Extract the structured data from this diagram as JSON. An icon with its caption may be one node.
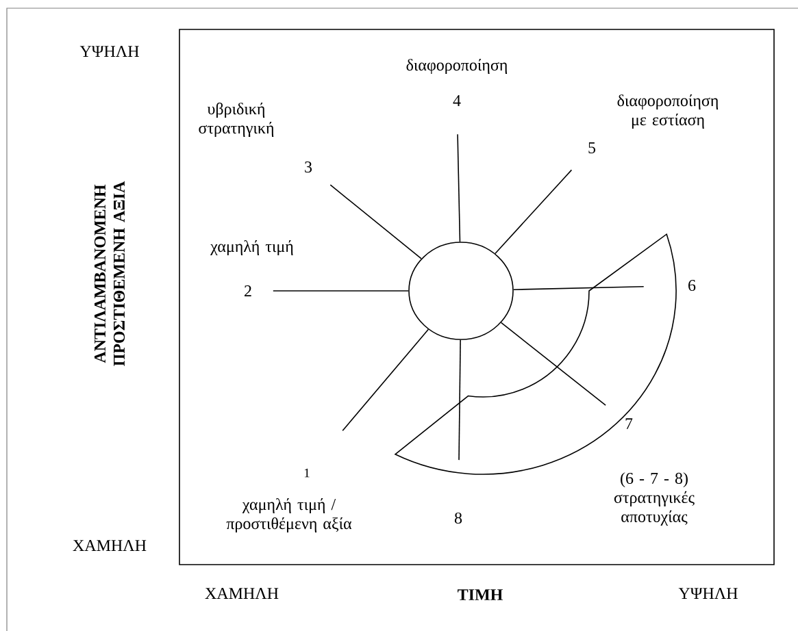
{
  "diagram": {
    "nodes": [
      {
        "text": [],
        "shape": "circle"
      },
      {
        "text": [
          "1"
        ],
        "beside": [
          "χαμηλή τιμή / προστιθέμενη αξία"
        ]
      },
      {
        "text": [
          "2"
        ],
        "beside": [
          "χαμηλή τιμή"
        ]
      },
      {
        "text": [
          "3"
        ],
        "beside": [
          "υβριδική στρατηγική"
        ]
      },
      {
        "text": [
          "4"
        ],
        "beside": [
          "διαφοροποίηση"
        ]
      },
      {
        "text": [
          "5"
        ],
        "beside": [
          "διαφοροποίηση με εστίαση"
        ]
      },
      {
        "text": [
          "6"
        ]
      },
      {
        "text": [
          "7"
        ]
      },
      {
        "text": [
          "8"
        ]
      }
    ],
    "edges": [
      {
        "from": 0,
        "to": 1,
        "arrow": "none"
      },
      {
        "from": 0,
        "to": 2,
        "arrow": "none"
      },
      {
        "from": 0,
        "to": 3,
        "arrow": "none"
      },
      {
        "from": 0,
        "to": 4,
        "arrow": "none"
      },
      {
        "from": 0,
        "to": 5,
        "arrow": "none"
      },
      {
        "from": 0,
        "to": 6,
        "arrow": "none"
      },
      {
        "from": 0,
        "to": 7,
        "arrow": "none"
      },
      {
        "from": 0,
        "to": 8,
        "arrow": "none"
      }
    ],
    "labels": [
      "ΥΨΗΛΗ",
      "ΑΝΤΙΛΑΜΒΑΝΟΜΕΝΗ ΠΡΟΣΤΙΘΕΜΕΝΗ ΑΞΙΑ",
      "(6 - 7 - 8) στρατηγικές αποτυχίας",
      "ΧΑΜΗΛΗ",
      "ΧΑΜΗΛΗ",
      "ΤΙΜΗ",
      "ΥΨΗΛΗ"
    ]
  }
}
